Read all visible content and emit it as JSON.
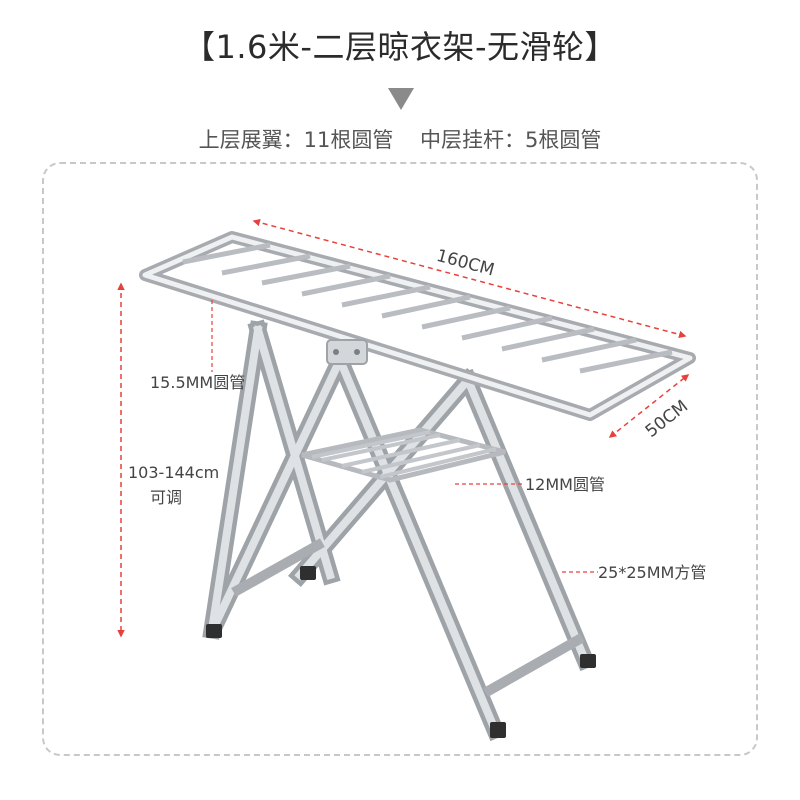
{
  "title": "【1.6米-二层晾衣架-无滑轮】",
  "subtitle": "上层展翼：11根圆管    中层挂杆：5根圆管",
  "dimensions": {
    "length": "160CM",
    "width": "50CM",
    "height_range": "103-144cm",
    "height_note": "可调",
    "top_tube": "15.5MM圆管",
    "middle_tube": "12MM圆管",
    "leg_tube": "25*25MM方管"
  },
  "colors": {
    "accent_red": "#e8413c",
    "metal": "#c9ccd0"
  }
}
